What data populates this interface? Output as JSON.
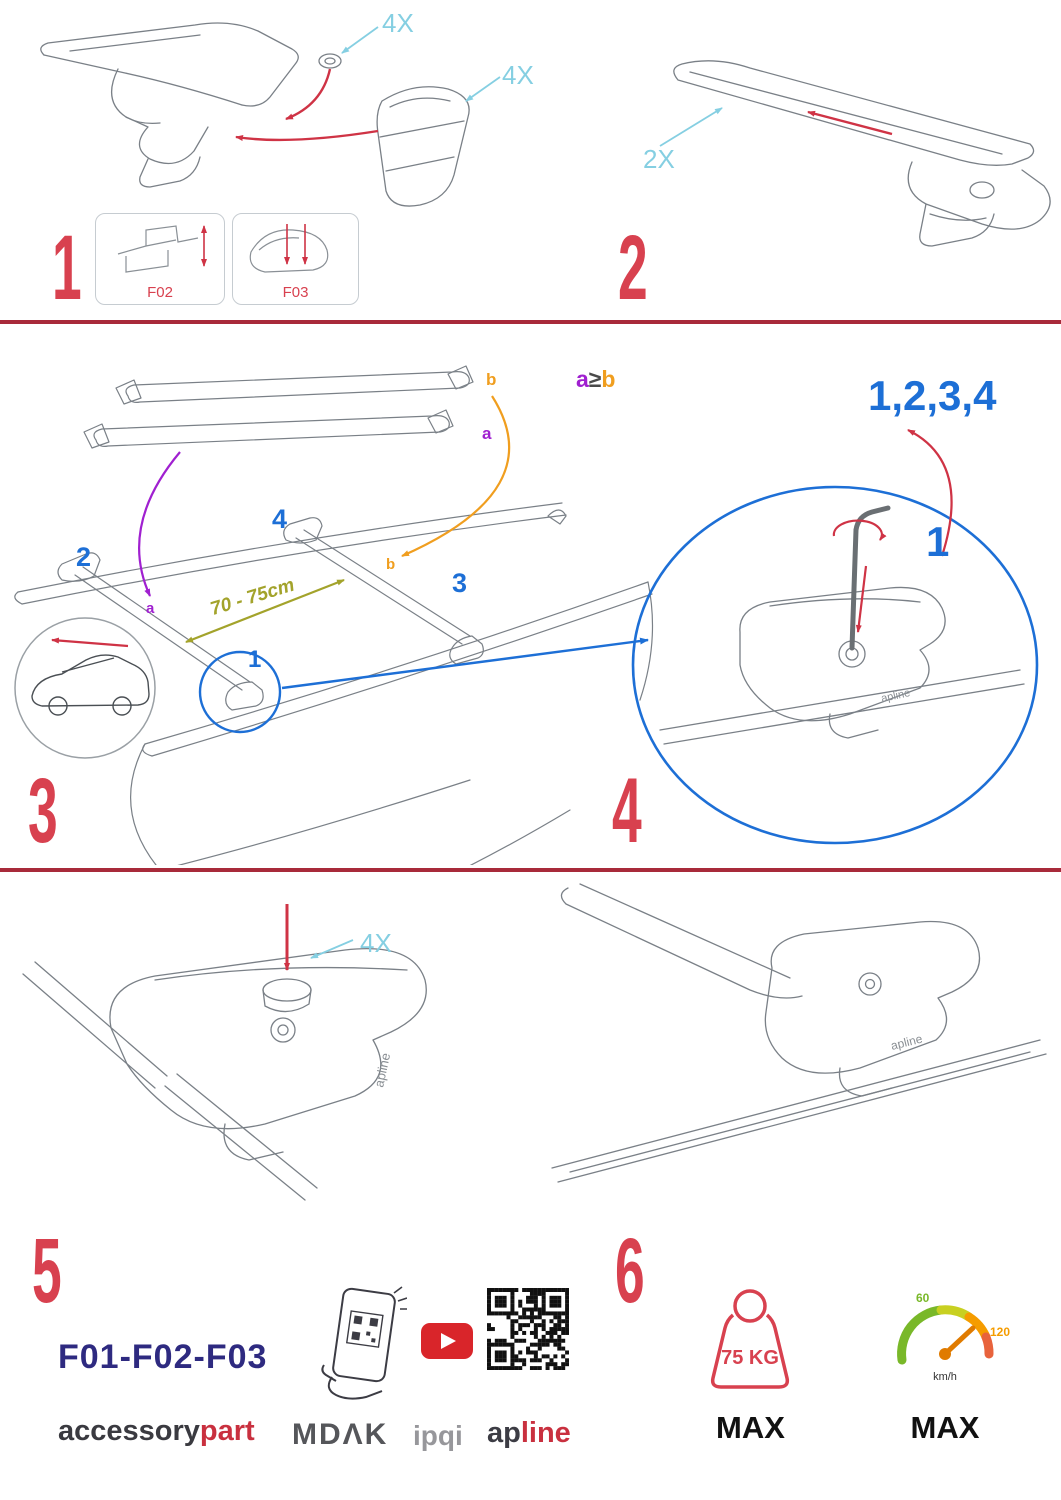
{
  "colors": {
    "accent_red": "#d8414f",
    "divider_red": "#a82a3a",
    "callout_cyan": "#85cfe2",
    "sequence_blue": "#1d6fd6",
    "curve_purple": "#a020d0",
    "curve_orange": "#f09e1f",
    "distance_olive": "#a3a32b",
    "models_navy": "#2e2a80",
    "brand_dark": "#3c3c44",
    "brand_red": "#c9303f"
  },
  "steps": {
    "step1": {
      "number": "1",
      "qty_bolts": "4X",
      "qty_covers": "4X",
      "box_f02": "F02",
      "box_f03": "F03"
    },
    "step2": {
      "number": "2",
      "qty": "2X"
    },
    "step3": {
      "number": "3",
      "bar_b": "b",
      "bar_a": "a",
      "rule_a": "a",
      "rule_op": "≥",
      "rule_b": "b",
      "pos2": "2",
      "pos4": "4",
      "pos3": "3",
      "pos1": "1",
      "distance": "70 - 75cm",
      "roof_a": "a",
      "roof_b": "b"
    },
    "step4": {
      "number": "4",
      "sequence": "1,2,3,4",
      "first": "1"
    },
    "step5": {
      "number": "5",
      "qty": "4X"
    },
    "step6": {
      "number": "6",
      "weight_value": "75 KG",
      "weight_max": "MAX",
      "speed_low": "60",
      "speed_high": "120",
      "speed_unit": "km/h",
      "speed_max": "MAX"
    }
  },
  "drawings": {
    "clamp_logo": "apline"
  },
  "footer": {
    "models": "F01-F02-F03",
    "brand_accessory": "accessory",
    "brand_part": "part",
    "brand_mdak": "MDΛK",
    "brand_ipqi": "ipqi",
    "brand_ap": "ap",
    "brand_line": "line"
  },
  "icons": {
    "youtube_icon": "play-button",
    "qr_icon": "qr-code",
    "phone_icon": "phone-qr-scan",
    "weight_icon": "max-load-weight",
    "speed_icon": "max-speed-gauge"
  }
}
